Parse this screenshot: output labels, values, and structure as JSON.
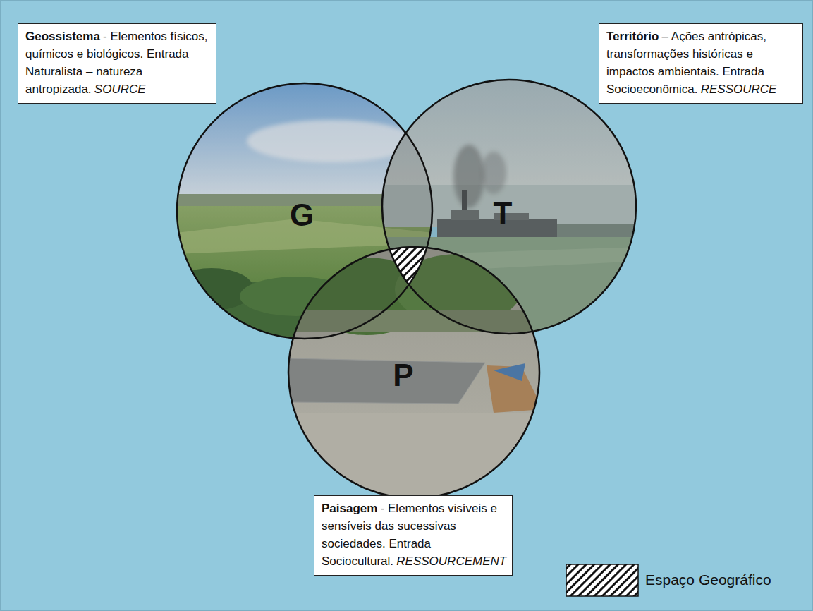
{
  "diagram": {
    "nodes": [
      {
        "text": [
          "Geossistema",
          "- Elementos físicos, químicos e biológicos. Entrada Naturalista – natureza antropizada.",
          "SOURCE"
        ]
      },
      {
        "text": [
          "Território",
          "– Ações antrópicas, transformações históricas e impactos ambientais. Entrada Socioeconômica.",
          "RESSOURCE"
        ]
      },
      {
        "text": [
          "G"
        ]
      },
      {
        "text": [
          "T"
        ]
      },
      {
        "text": [
          "P"
        ]
      },
      {
        "text": [
          "Paisagem",
          "- Elementos visíveis e sensíveis das sucessivas sociedades. Entrada Sociocultural.",
          "RESSOURCEMENT"
        ]
      }
    ],
    "legend": [
      {
        "text": "Espaço Geográfico"
      }
    ]
  }
}
